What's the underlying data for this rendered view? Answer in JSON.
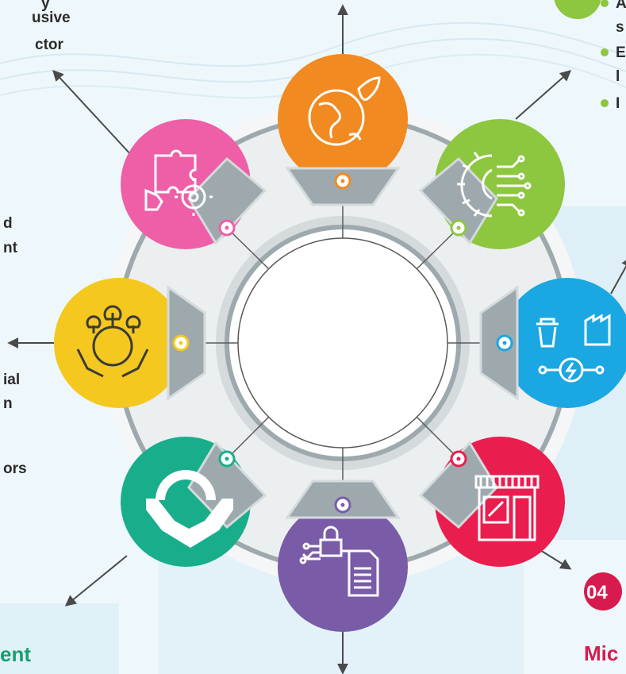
{
  "fragments_left": {
    "a": "y",
    "b": "usive",
    "c": "ctor",
    "d": "d",
    "e": "nt",
    "f": "ial",
    "g": "n",
    "h": "ors",
    "i": "ent"
  },
  "fragments_right": {
    "bullet1_line1": "A",
    "bullet1_line2": "s",
    "bullet2_line1": "E",
    "bullet2_line2": "l",
    "bullet3_line1": "I",
    "badge_number": "04",
    "heading": "Mic"
  },
  "segments": [
    {
      "icon": "globe-leaf-icon",
      "color": "#F18A21"
    },
    {
      "icon": "gear-circuit-icon",
      "color": "#8DC63F"
    },
    {
      "icon": "waste-energy-icon",
      "color": "#1AA7E2"
    },
    {
      "icon": "storefront-icon",
      "color": "#E91E4F"
    },
    {
      "icon": "secure-document-icon",
      "color": "#7A5BA7"
    },
    {
      "icon": "handshake-gear-icon",
      "color": "#19AE8B"
    },
    {
      "icon": "hands-earth-trees-icon",
      "color": "#F4C81E"
    },
    {
      "icon": "puzzle-gear-icon",
      "color": "#EE5FA7"
    }
  ],
  "colors": {
    "ring_grey": "#9EA9AE",
    "ring_light": "#D5DADC",
    "arrow": "#4a4a4a"
  }
}
